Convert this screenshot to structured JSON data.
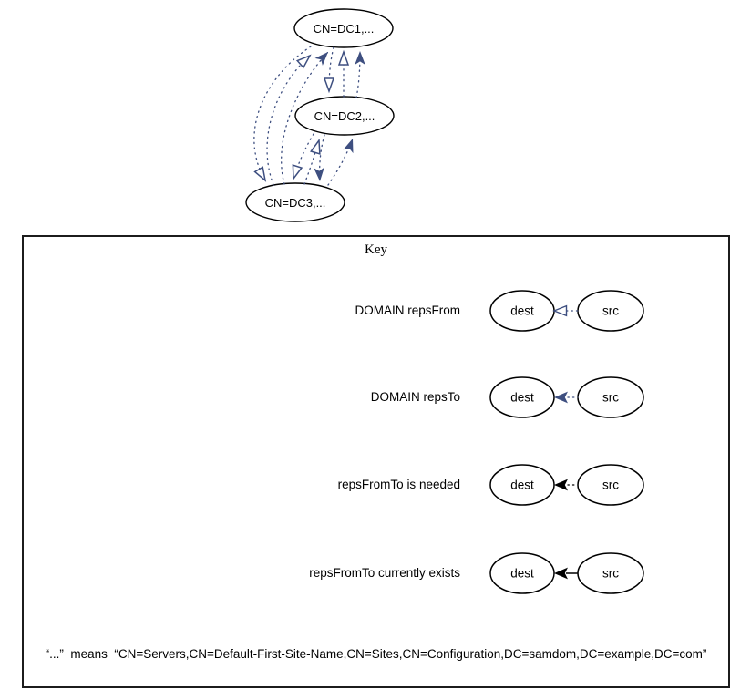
{
  "diagram": {
    "nodes": [
      {
        "id": "dc1",
        "label": "CN=DC1,..."
      },
      {
        "id": "dc2",
        "label": "CN=DC2,..."
      },
      {
        "id": "dc3",
        "label": "CN=DC3,..."
      }
    ],
    "edges": [
      {
        "from": "dc2",
        "to": "dc1",
        "type": "repsFrom"
      },
      {
        "from": "dc2",
        "to": "dc1",
        "type": "repsTo"
      },
      {
        "from": "dc3",
        "to": "dc1",
        "type": "repsFrom"
      },
      {
        "from": "dc3",
        "to": "dc1",
        "type": "repsTo"
      },
      {
        "from": "dc1",
        "to": "dc2",
        "type": "repsFrom"
      },
      {
        "from": "dc3",
        "to": "dc2",
        "type": "repsFrom"
      },
      {
        "from": "dc3",
        "to": "dc2",
        "type": "repsTo"
      },
      {
        "from": "dc1",
        "to": "dc3",
        "type": "repsFrom"
      },
      {
        "from": "dc2",
        "to": "dc3",
        "type": "repsFrom"
      },
      {
        "from": "dc2",
        "to": "dc3",
        "type": "repsTo"
      }
    ]
  },
  "key": {
    "title": "Key",
    "rows": [
      {
        "label": "DOMAIN repsFrom",
        "arrow": "open-navy-arrow-dotted-line"
      },
      {
        "label": "DOMAIN repsTo",
        "arrow": "filled-navy-arrow-dotted-line"
      },
      {
        "label": "repsFromTo is needed",
        "arrow": "filled-black-arrow-dotted-line"
      },
      {
        "label": "repsFromTo currently exists",
        "arrow": "filled-black-arrow-solid-line"
      }
    ],
    "node_labels": {
      "dest": "dest",
      "src": "src"
    },
    "footnote": "“...”  means  “CN=Servers,CN=Default-First-Site-Name,CN=Sites,CN=Configuration,DC=samdom,DC=example,DC=com”"
  },
  "colors": {
    "edge_navy": "#3e4f80",
    "node_outline": "#000000",
    "background": "#ffffff"
  }
}
